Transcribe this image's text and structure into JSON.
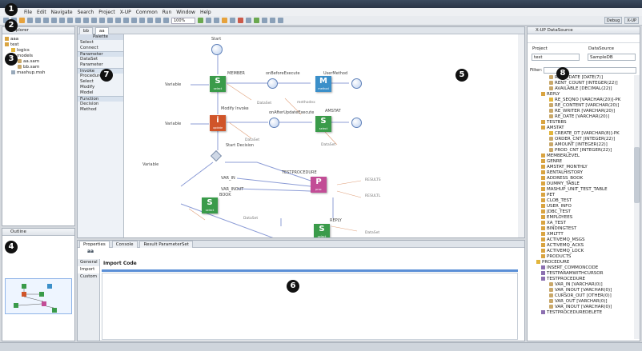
{
  "menu": [
    "File",
    "Edit",
    "Navigate",
    "Search",
    "Project",
    "X-UP",
    "Common",
    "Run",
    "Window",
    "Help"
  ],
  "zoom": "100%",
  "perspectives": [
    "Debug",
    "X-UP"
  ],
  "explorer": {
    "title": "Explorer",
    "items": [
      "aaa",
      "test",
      "logics",
      "models",
      "aa.sam",
      "bb.sam",
      "mashup.msh"
    ]
  },
  "outline": {
    "title": "Outline"
  },
  "editor": {
    "tabs": [
      "bb",
      "aa"
    ]
  },
  "palette": {
    "title": "Palette",
    "tools": [
      "Select",
      "Connect"
    ],
    "parameter": "Parameter",
    "dataset": "DataSet",
    "param_item": "Parameter",
    "invoke": "Invoke",
    "invoke_items": [
      "Procedure",
      "Select",
      "Modify",
      "Model"
    ],
    "function": "Function",
    "function_items": [
      "Decision",
      "Method"
    ]
  },
  "diagram": {
    "start": "Start",
    "member": "MEMBER",
    "onbefore": "onBeforeExecute",
    "usermethod": "UserMethod",
    "variable": "Variable",
    "dataset": "DataSet",
    "modify_invoke": "Modify Invoke",
    "methodex": "methodex",
    "onafter": "onAfterUpdateExecute",
    "amstat": "AMSTAT",
    "start_decision": "Start Decision",
    "testprocedure": "TESTPROCEDURE",
    "book": "BOOK",
    "var_in": "VAR_IN",
    "var_inout": "VAR_INOUT",
    "results": "RESULTS",
    "resultl": "RESULTL",
    "reply": "REPLY",
    "sel": "select",
    "upd": "update",
    "mth": "method",
    "prc": "proc"
  },
  "props": {
    "tabs": [
      "Properties",
      "Console",
      "Result ParameterSet"
    ],
    "object": "aa",
    "side": [
      "General",
      "Import",
      "Custom"
    ],
    "heading": "Import Code"
  },
  "ds": {
    "title": "X-UP DataSource",
    "project_label": "Project",
    "project": "test",
    "ds_label": "DataSource",
    "ds": "SampleDB",
    "filter": "Filter:"
  },
  "tree": [
    [
      "c",
      "RENT_DATE   [DATE(7)]"
    ],
    [
      "c",
      "RENT_COUNT   [INTEGER(22)]"
    ],
    [
      "c",
      "AVAILABLE   [DECIMAL(22)]"
    ],
    [
      "t",
      "REPLY"
    ],
    [
      "k",
      "RE_SEQNO   [VARCHAR(20)]-PK"
    ],
    [
      "c",
      "RE_CONTENT   [VARCHAR(20)]"
    ],
    [
      "c",
      "RE_WRITER   [VARCHAR(20)]"
    ],
    [
      "c",
      "RE_DATE   [VARCHAR(20)]"
    ],
    [
      "t",
      "TESTBBS"
    ],
    [
      "t",
      "AMSTAT"
    ],
    [
      "k",
      "CREATE_DT   [VARCHAR(8)]-PK"
    ],
    [
      "c",
      "ORDER_CNT   [INTEGER(22)]"
    ],
    [
      "c",
      "AMOUNT   [INTEGER(22)]"
    ],
    [
      "c",
      "PROD_CNT   [INTEGER(22)]"
    ],
    [
      "t",
      "MEMBERLEVEL"
    ],
    [
      "t",
      "GENRE"
    ],
    [
      "t",
      "AMSTAT_MONTHLY"
    ],
    [
      "t",
      "RENTALHISTORY"
    ],
    [
      "t",
      "ADDRESS_BOOK"
    ],
    [
      "t",
      "DUMMY_TABLE"
    ],
    [
      "t",
      "MASHUP_UNIT_TEST_TABLE"
    ],
    [
      "t",
      "PET"
    ],
    [
      "t",
      "CLOB_TEST"
    ],
    [
      "t",
      "USER_INFO"
    ],
    [
      "t",
      "JDBC_TEST"
    ],
    [
      "t",
      "EMPLOYEES"
    ],
    [
      "t",
      "XA_TEST"
    ],
    [
      "t",
      "BINDINGTEST"
    ],
    [
      "t",
      "XMLTTT"
    ],
    [
      "t",
      "ACTIVEMQ_MSGS"
    ],
    [
      "t",
      "ACTIVEMQ_ACKS"
    ],
    [
      "t",
      "ACTIVEMQ_LOCK"
    ],
    [
      "t",
      "PRODUCTS"
    ],
    [
      "f",
      "PROCEDURE"
    ],
    [
      "p",
      "INSERT_COMMONCODE"
    ],
    [
      "p",
      "TESTPARAMWITHCURSOR"
    ],
    [
      "p",
      "TESTPROCEDURE"
    ],
    [
      "c",
      "VAR_IN   [VARCHAR(0)]"
    ],
    [
      "c",
      "VAR_INOUT   [VARCHAR(0)]"
    ],
    [
      "c",
      "CURSOR_OUT   [OTHER(0)]"
    ],
    [
      "c",
      "VAR_OUT   [VARCHAR(0)]"
    ],
    [
      "c",
      "VAR_INOUT   [VARCHAR(0)]"
    ],
    [
      "p",
      "TESTPROCEDUREDELETE"
    ]
  ],
  "badges": [
    "1",
    "2",
    "3",
    "4",
    "5",
    "6",
    "7",
    "8"
  ]
}
